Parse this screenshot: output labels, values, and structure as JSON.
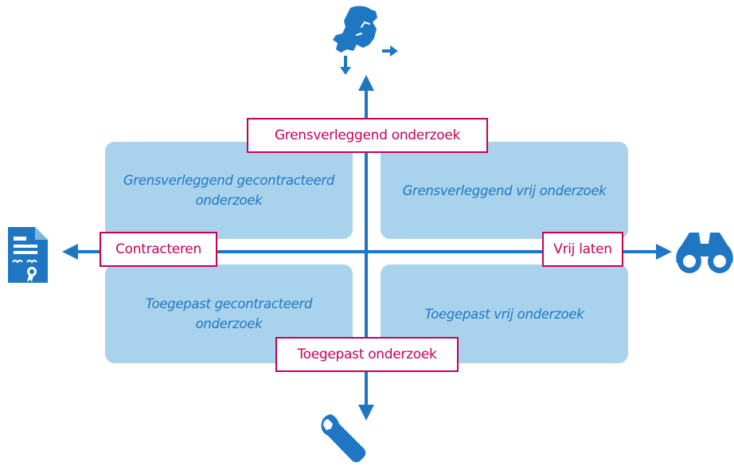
{
  "quadrants": {
    "top_left": "Grensverleggend gecontracteerd onderzoek",
    "top_right": "Grensverleggend vrij onderzoek",
    "bottom_left": "Toegepast gecontracteerd onderzoek",
    "bottom_right": "Toegepast vrij onderzoek"
  },
  "axis_labels": {
    "top": "Grensverleggend onderzoek",
    "bottom": "Toegepast onderzoek",
    "left": "Contracteren",
    "right": "Vrij laten"
  },
  "icons": {
    "top": "netherlands-map-icon",
    "bottom": "wrench-icon",
    "left": "contract-document-icon",
    "right": "binoculars-icon"
  },
  "colors": {
    "axis": "#1f77c4",
    "quadrant_fill": "#a9d3ec",
    "quadrant_text": "#1f77c4",
    "label_border": "#c8005a",
    "label_text": "#c8005a"
  }
}
